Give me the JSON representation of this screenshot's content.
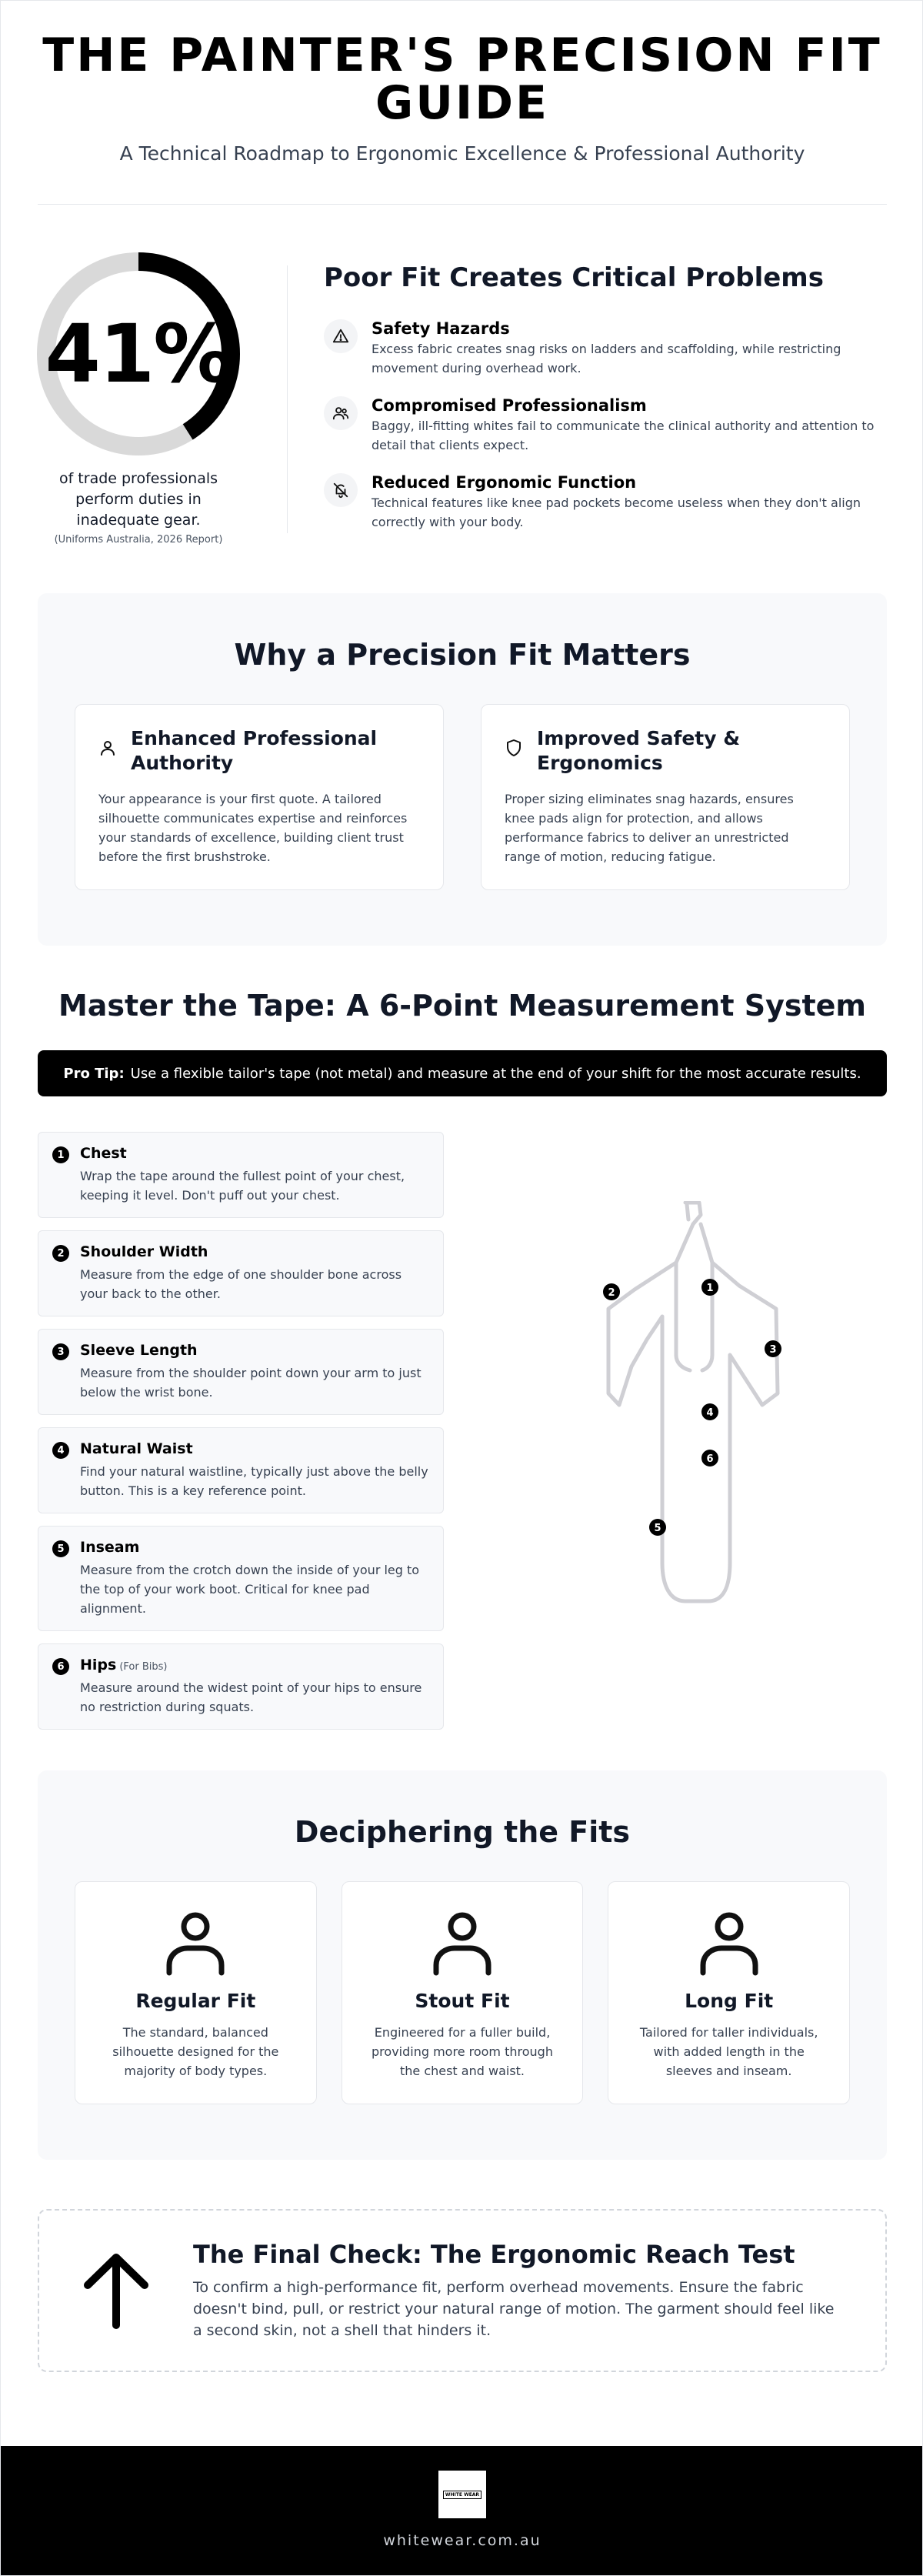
{
  "hero": {
    "title": "THE PAINTER'S PRECISION FIT GUIDE",
    "subtitle": "A Technical Roadmap to Ergonomic Excellence & Professional Authority"
  },
  "stat": {
    "value": "41%",
    "fraction": 0.41,
    "caption": "of trade professionals perform duties in inadequate gear.",
    "source": "(Uniforms Australia, 2026 Report)"
  },
  "problems": {
    "heading": "Poor Fit Creates Critical Problems",
    "items": [
      {
        "icon": "warning-icon",
        "title": "Safety Hazards",
        "text": "Excess fabric creates snag risks on ladders and scaffolding, while restricting movement during overhead work."
      },
      {
        "icon": "users-icon",
        "title": "Compromised Professionalism",
        "text": "Baggy, ill-fitting whites fail to communicate the clinical authority and attention to detail that clients expect."
      },
      {
        "icon": "bell-off-icon",
        "title": "Reduced Ergonomic Function",
        "text": "Technical features like knee pad pockets become useless when they don't align correctly with your body."
      }
    ]
  },
  "why": {
    "heading": "Why a Precision Fit Matters",
    "cards": [
      {
        "icon": "user-icon",
        "title": "Enhanced Professional Authority",
        "text": "Your appearance is your first quote. A tailored silhouette communicates expertise and reinforces your standards of excellence, building client trust before the first brushstroke."
      },
      {
        "icon": "shield-icon",
        "title": "Improved Safety & Ergonomics",
        "text": "Proper sizing eliminates snag hazards, ensures knee pads align for protection, and allows performance fabrics to deliver an unrestricted range of motion, reducing fatigue."
      }
    ]
  },
  "tape": {
    "heading": "Master the Tape: A 6-Point Measurement System",
    "pro_tip_label": "Pro Tip:",
    "pro_tip_text": "Use a flexible tailor's tape (not metal) and measure at the end of your shift for the most accurate results.",
    "steps": [
      {
        "num": "1",
        "title": "Chest",
        "note": "",
        "text": "Wrap the tape around the fullest point of your chest, keeping it level. Don't puff out your chest."
      },
      {
        "num": "2",
        "title": "Shoulder Width",
        "note": "",
        "text": "Measure from the edge of one shoulder bone across your back to the other."
      },
      {
        "num": "3",
        "title": "Sleeve Length",
        "note": "",
        "text": "Measure from the shoulder point down your arm to just below the wrist bone."
      },
      {
        "num": "4",
        "title": "Natural Waist",
        "note": "",
        "text": "Find your natural waistline, typically just above the belly button. This is a key reference point."
      },
      {
        "num": "5",
        "title": "Inseam",
        "note": "",
        "text": "Measure from the crotch down the inside of your leg to the top of your work boot. Critical for knee pad alignment."
      },
      {
        "num": "6",
        "title": "Hips",
        "note": "(For Bibs)",
        "text": "Measure around the widest point of your hips to ensure no restriction during squats."
      }
    ],
    "markers": [
      "1",
      "2",
      "3",
      "4",
      "5",
      "6"
    ]
  },
  "fits": {
    "heading": "Deciphering the Fits",
    "cards": [
      {
        "title": "Regular Fit",
        "text": "The standard, balanced silhouette designed for the majority of body types."
      },
      {
        "title": "Stout Fit",
        "text": "Engineered for a fuller build, providing more room through the chest and waist."
      },
      {
        "title": "Long Fit",
        "text": "Tailored for taller individuals, with added length in the sleeves and inseam."
      }
    ]
  },
  "final": {
    "heading": "The Final Check: The Ergonomic Reach Test",
    "text": "To confirm a high-performance fit, perform overhead movements. Ensure the fabric doesn't bind, pull, or restrict your natural range of motion. The garment should feel like a second skin, not a shell that hinders it."
  },
  "footer": {
    "logo_text": "WHITE WEAR",
    "url": "whitewear.com.au"
  }
}
